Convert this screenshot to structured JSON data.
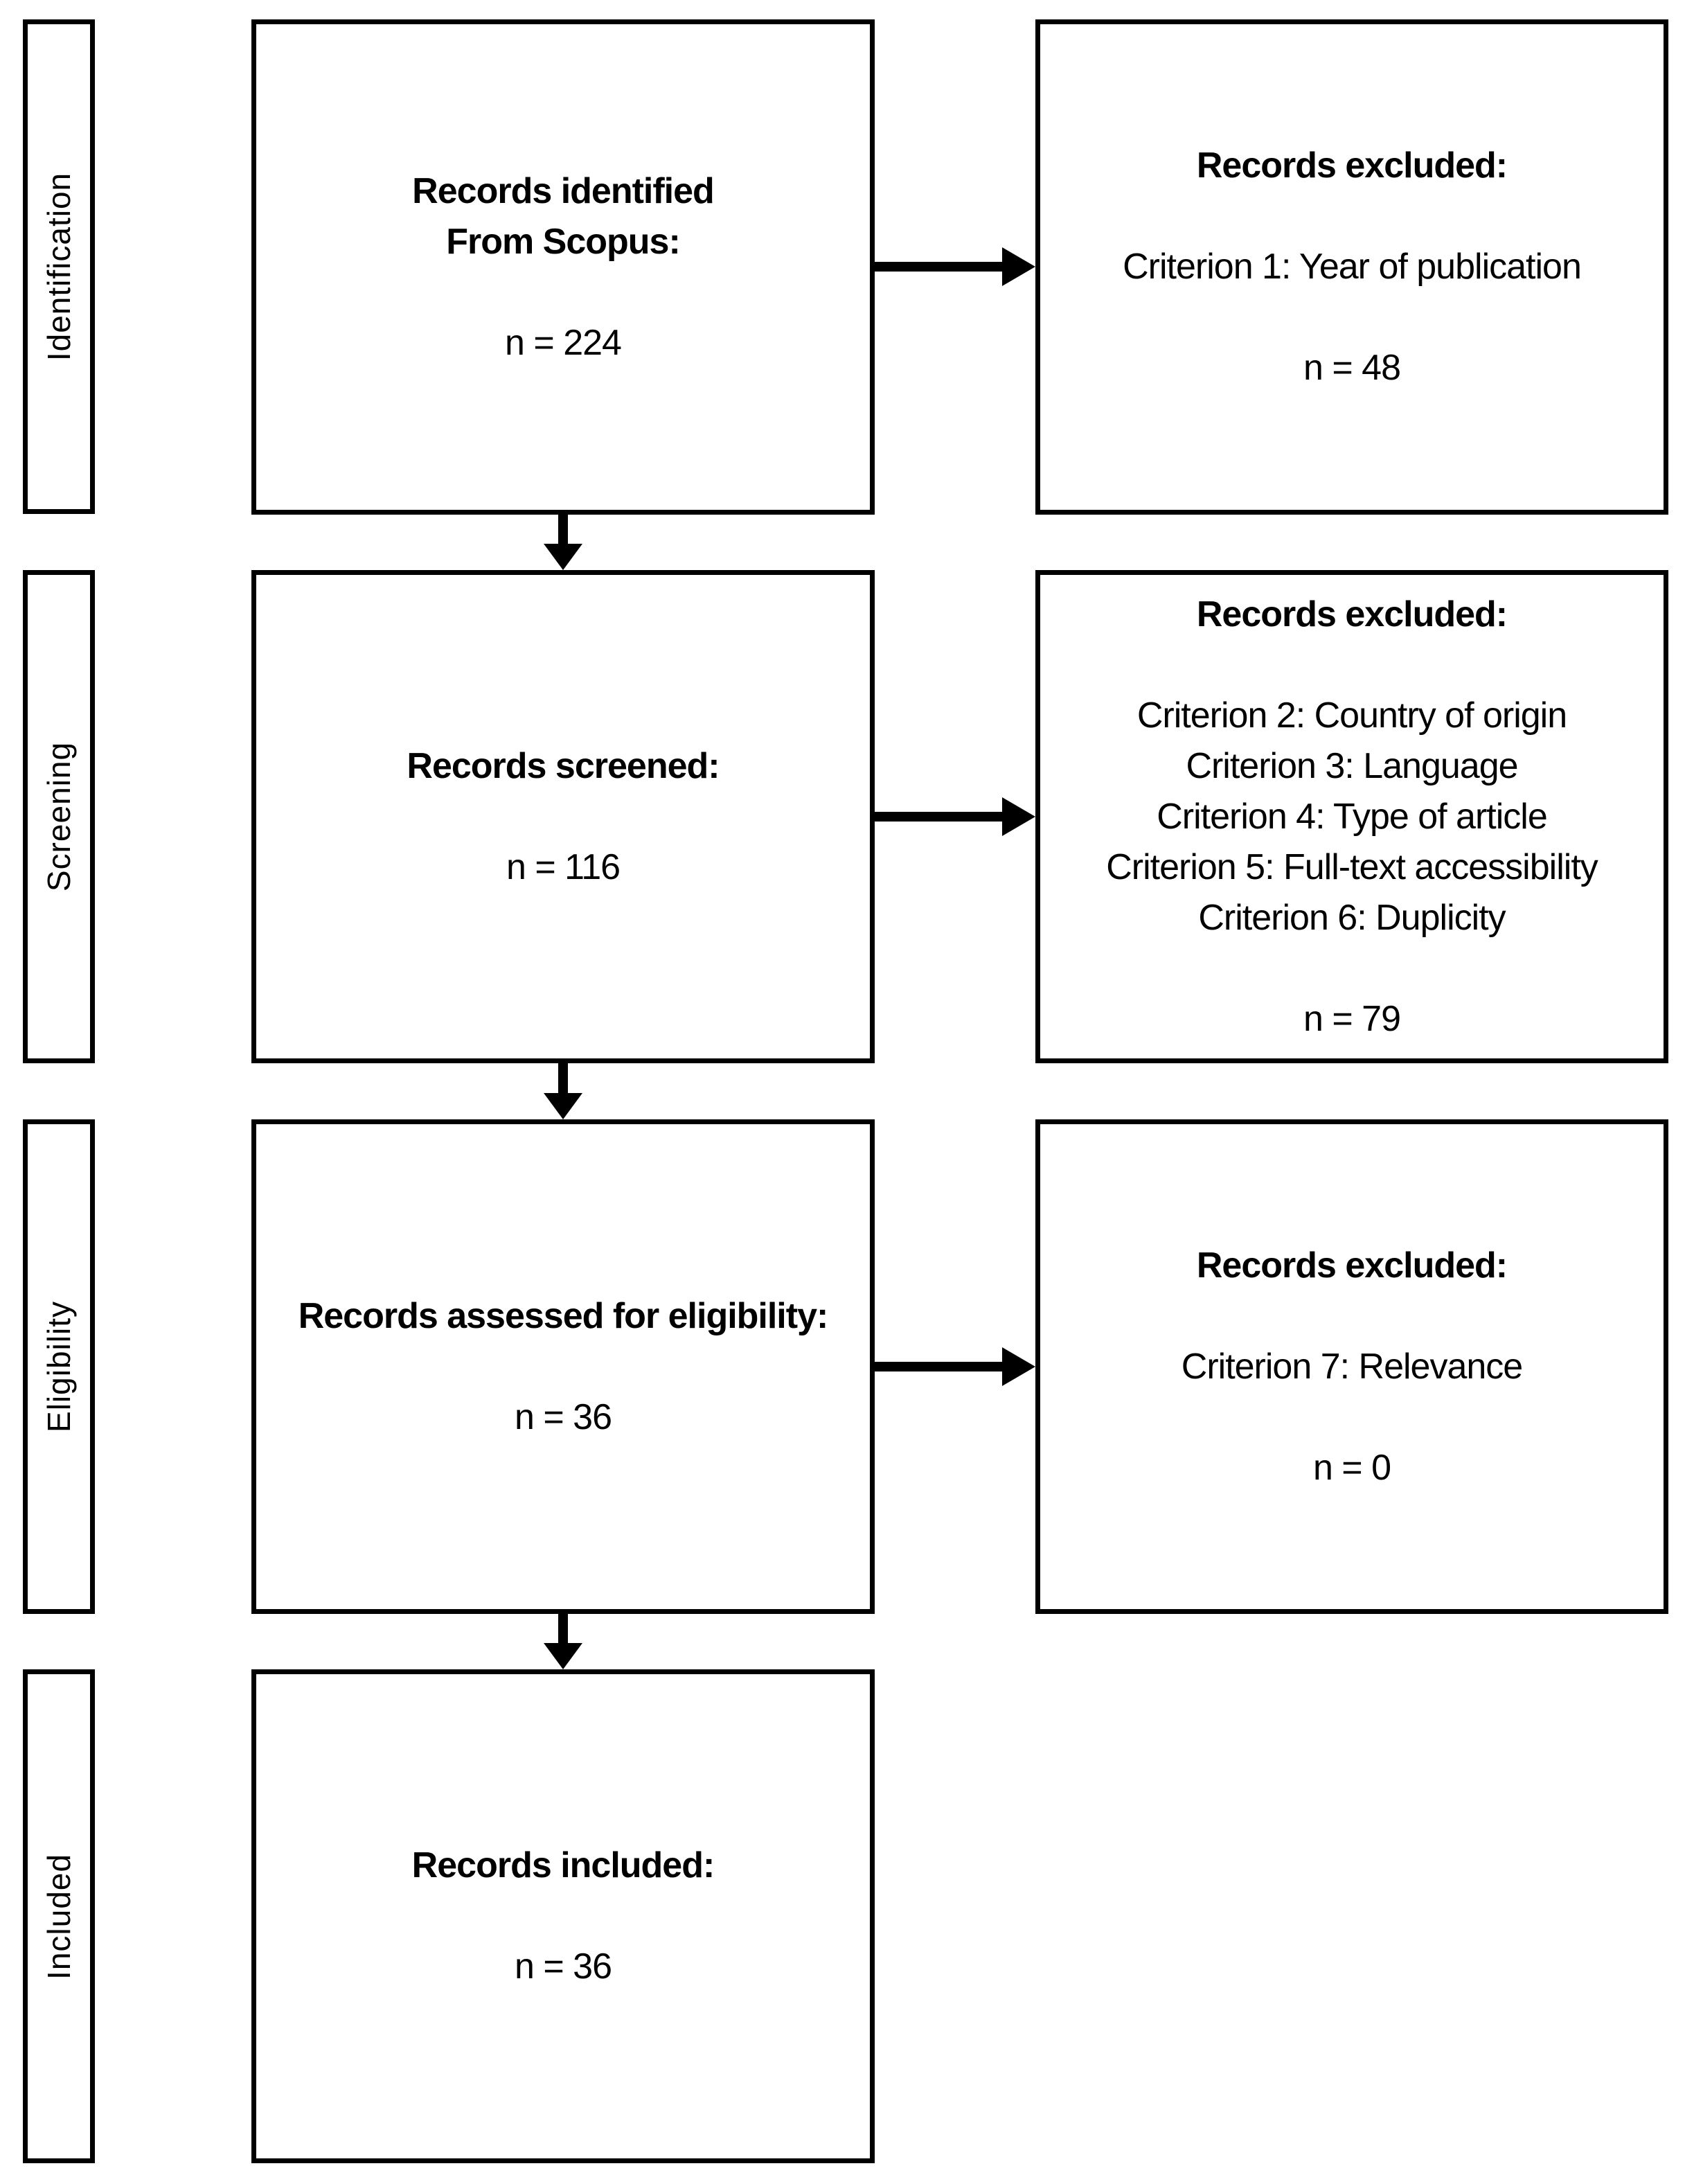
{
  "colors": {
    "ink": "#000000",
    "background": "#ffffff"
  },
  "stages": {
    "identification": "Identification",
    "screening": "Screening",
    "eligibility": "Eligibility",
    "included": "Included"
  },
  "boxes": {
    "identified": {
      "lines": [
        "Records identified",
        "From Scopus:",
        "",
        "n = 224"
      ]
    },
    "excluded1": {
      "lines": [
        "Records excluded:",
        "",
        "Criterion 1: Year of publication",
        "",
        "n = 48"
      ]
    },
    "screened": {
      "lines": [
        "Records screened:",
        "",
        "n = 116"
      ]
    },
    "excluded2": {
      "lines": [
        "Records excluded:",
        "",
        "Criterion 2: Country of origin",
        "Criterion 3: Language",
        "Criterion 4: Type of article",
        "Criterion 5: Full-text accessibility",
        "Criterion 6: Duplicity",
        "",
        "n = 79"
      ]
    },
    "assessed": {
      "lines": [
        "Records assessed for eligibility:",
        "",
        "n = 36"
      ]
    },
    "excluded3": {
      "lines": [
        "Records excluded:",
        "",
        "Criterion 7: Relevance",
        "",
        "n = 0"
      ]
    },
    "included": {
      "lines": [
        "Records included:",
        "",
        "n = 36"
      ]
    }
  }
}
